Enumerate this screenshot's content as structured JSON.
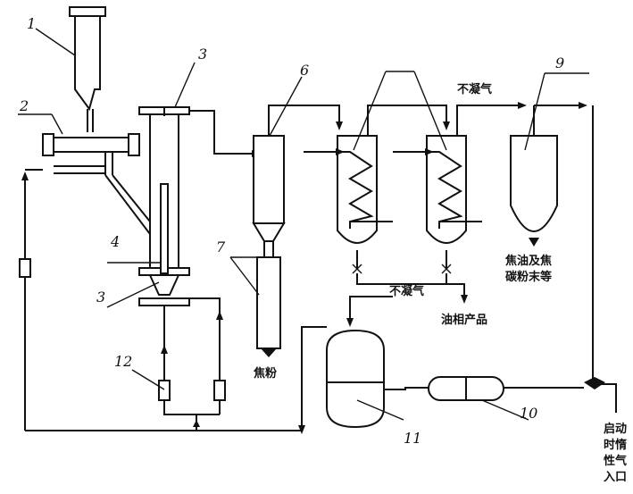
{
  "labels": {
    "n1": "1",
    "n2": "2",
    "n3_top": "3",
    "n3_bottom": "3",
    "n4": "4",
    "n6": "6",
    "n7": "7",
    "n9": "9",
    "n10": "10",
    "n11": "11",
    "n12": "12",
    "noncondensable_top": "不凝气",
    "noncondensable_mid": "不凝气",
    "tar_line1": "焦油及焦",
    "tar_line2": "碳粉末等",
    "oil_product": "油相产品",
    "char_powder": "焦粉",
    "inert_gas": [
      "启动",
      "时惰",
      "性气",
      "入口"
    ]
  }
}
